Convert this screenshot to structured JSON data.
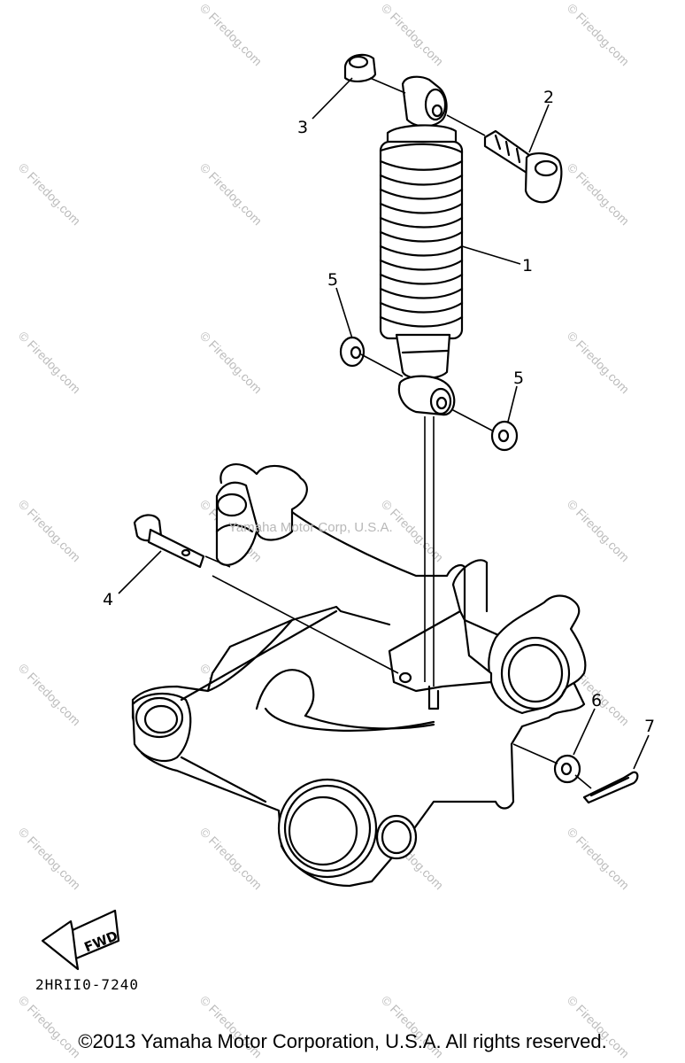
{
  "watermark": {
    "text": "© Firedog.com",
    "color": "#bdbdbd"
  },
  "inline_watermark": "Yamaha Motor Corp, U.S.A.",
  "callouts": {
    "c1": "1",
    "c2": "2",
    "c3": "3",
    "c4": "4",
    "c5a": "5",
    "c5b": "5",
    "c6": "6",
    "c7": "7"
  },
  "fwd_label": "FWD",
  "diagram_code": "2HRII0-7240",
  "copyright": "©2013 Yamaha Motor Corporation, U.S.A. All rights reserved."
}
